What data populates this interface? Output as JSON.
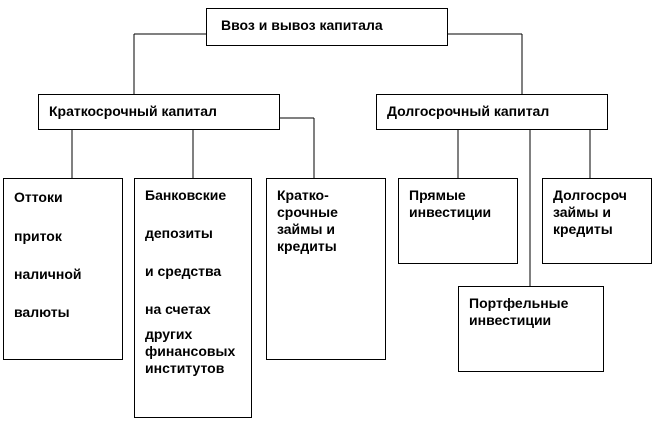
{
  "diagram": {
    "root": {
      "label": "Ввоз и вывоз капитала"
    },
    "short_term": {
      "label": "Краткосрочный капитал",
      "children": {
        "outflows": {
          "lines": [
            "Оттоки",
            "приток",
            "наличной",
            "валюты"
          ]
        },
        "deposits": {
          "lines": [
            "Банковские",
            "депозиты",
            "и средства",
            "на счетах",
            "других",
            "финансовых",
            "институтов"
          ]
        },
        "short_loans": {
          "lines": [
            "Кратко-",
            "срочные",
            "займы и",
            "кредиты"
          ]
        }
      }
    },
    "long_term": {
      "label": "Долгосрочный капитал",
      "children": {
        "direct": {
          "lines": [
            "Прямые",
            "инвестиции"
          ]
        },
        "long_loans": {
          "lines": [
            "Долгосроч",
            "займы и",
            "кредиты"
          ]
        },
        "portfolio": {
          "lines": [
            "Портфельные",
            "инвестиции"
          ]
        }
      }
    }
  }
}
